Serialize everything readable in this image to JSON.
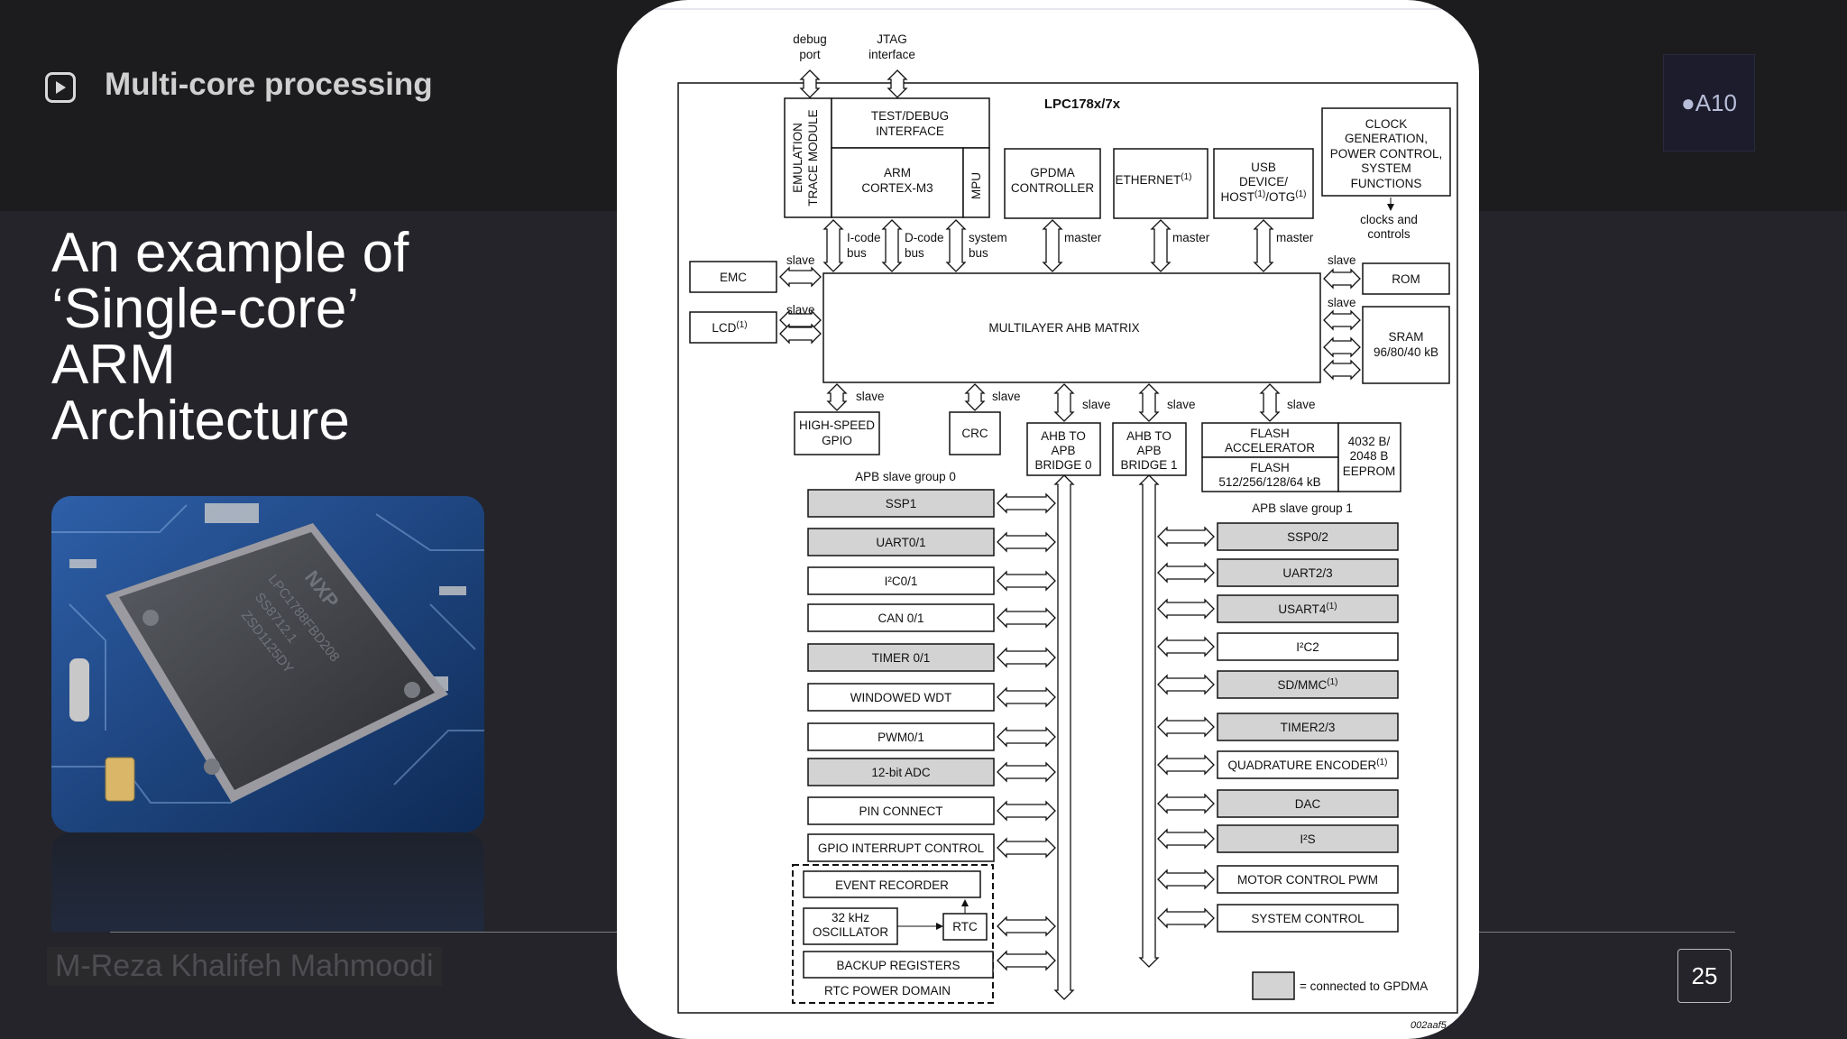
{
  "header": {
    "section_title": "Multi-core processing"
  },
  "slide": {
    "title_lines": [
      "An example of",
      "‘Single-core’",
      "ARM",
      "Architecture"
    ],
    "author": "M-Reza Khalifeh Mahmoodi",
    "page_number": "25"
  },
  "a10_logo": {
    "text": "A10"
  },
  "diagram": {
    "chip_name": "LPC178x/7x",
    "debug_port": [
      "debug",
      "port"
    ],
    "jtag": [
      "JTAG",
      "interface"
    ],
    "etm": [
      "EMULATION",
      "TRACE MODULE"
    ],
    "test_debug": [
      "TEST/DEBUG",
      "INTERFACE"
    ],
    "arm_core": [
      "ARM",
      "CORTEX-M3"
    ],
    "mpu": "MPU",
    "gpdma": [
      "GPDMA",
      "CONTROLLER"
    ],
    "ethernet": "ETHERNET",
    "usb": [
      "USB",
      "DEVICE/",
      "HOST",
      "/OTG"
    ],
    "clock": [
      "CLOCK",
      "GENERATION,",
      "POWER CONTROL,",
      "SYSTEM",
      "FUNCTIONS"
    ],
    "clocks_controls": [
      "clocks and",
      "controls"
    ],
    "icode": [
      "I-code",
      "bus"
    ],
    "dcode": [
      "D-code",
      "bus"
    ],
    "sysbus": [
      "system",
      "bus"
    ],
    "master": "master",
    "slave": "slave",
    "emc": "EMC",
    "lcd": "LCD",
    "ahb_matrix": "MULTILAYER AHB MATRIX",
    "rom": "ROM",
    "sram": [
      "SRAM",
      "96/80/40 kB"
    ],
    "hs_gpio": [
      "HIGH-SPEED",
      "GPIO"
    ],
    "crc": "CRC",
    "bridge0": [
      "AHB TO",
      "APB",
      "BRIDGE 0"
    ],
    "bridge1": [
      "AHB TO",
      "APB",
      "BRIDGE 1"
    ],
    "flash_acc": [
      "FLASH",
      "ACCELERATOR"
    ],
    "flash": [
      "FLASH",
      "512/256/128/64 kB"
    ],
    "eeprom": [
      "4032 B/",
      "2048 B",
      "EEPROM"
    ],
    "apb0_title": "APB slave group 0",
    "apb0_items": [
      {
        "label": "SSP1",
        "gpdma": true
      },
      {
        "label": "UART0/1",
        "gpdma": true
      },
      {
        "label": "I²C0/1",
        "gpdma": false
      },
      {
        "label": "CAN 0/1",
        "gpdma": false
      },
      {
        "label": "TIMER 0/1",
        "gpdma": true
      },
      {
        "label": "WINDOWED WDT",
        "gpdma": false
      },
      {
        "label": "PWM0/1",
        "gpdma": false
      },
      {
        "label": "12-bit ADC",
        "gpdma": true
      },
      {
        "label": "PIN CONNECT",
        "gpdma": false
      },
      {
        "label": "GPIO INTERRUPT CONTROL",
        "gpdma": false
      }
    ],
    "event_recorder": "EVENT RECORDER",
    "osc": [
      "32 kHz",
      "OSCILLATOR"
    ],
    "rtc": "RTC",
    "backup_regs": "BACKUP REGISTERS",
    "rtc_domain": "RTC POWER DOMAIN",
    "apb1_title": "APB slave group 1",
    "apb1_items": [
      {
        "label": "SSP0/2",
        "gpdma": true
      },
      {
        "label": "UART2/3",
        "gpdma": true
      },
      {
        "label": "USART4",
        "gpdma": true
      },
      {
        "label": "I²C2",
        "gpdma": false
      },
      {
        "label": "SD/MMC",
        "gpdma": true
      },
      {
        "label": "TIMER2/3",
        "gpdma": true
      },
      {
        "label": "QUADRATURE ENCODER",
        "gpdma": false
      },
      {
        "label": "DAC",
        "gpdma": true
      },
      {
        "label": "I²S",
        "gpdma": true
      },
      {
        "label": "MOTOR CONTROL PWM",
        "gpdma": false
      },
      {
        "label": "SYSTEM CONTROL",
        "gpdma": false
      }
    ],
    "note_mark": "(1)",
    "legend_text": "= connected to GPDMA",
    "doc_code": "002aaf5"
  }
}
